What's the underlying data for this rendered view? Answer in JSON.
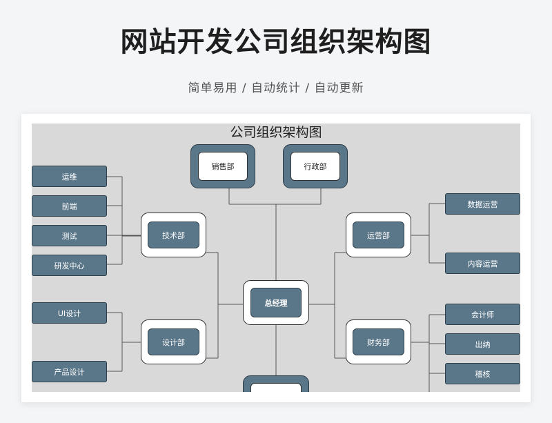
{
  "header": {
    "title": "网站开发公司组织架构图",
    "subtitle": "简单易用 / 自动统计 / 自动更新"
  },
  "diagram": {
    "title": "公司组织架构图",
    "ceo": "总经理",
    "top_departments": [
      "销售部",
      "行政部",
      ""
    ],
    "departments": {
      "tech": {
        "label": "技术部",
        "children": [
          "运维",
          "前端",
          "测试",
          "研发中心"
        ]
      },
      "design": {
        "label": "设计部",
        "children": [
          "UI设计",
          "产品设计"
        ]
      },
      "operations": {
        "label": "运营部",
        "children": [
          "数据运营",
          "内容运营"
        ]
      },
      "finance": {
        "label": "财务部",
        "children": [
          "会计师",
          "出纳",
          "稽核"
        ]
      }
    },
    "colors": {
      "node_fill": "#5a7689",
      "canvas": "#d9d9d9",
      "line": "#555555"
    }
  }
}
